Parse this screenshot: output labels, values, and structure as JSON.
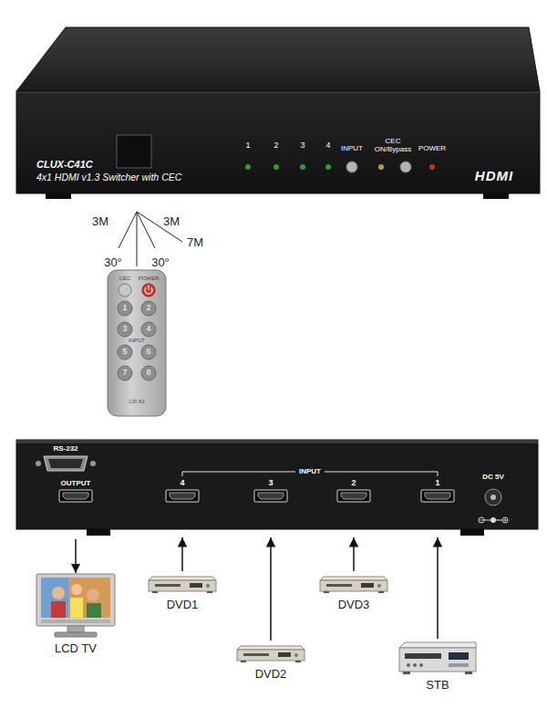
{
  "diagram": {
    "nodes": [
      {
        "text": [
          "OUTPUT"
        ]
      },
      {
        "text": [
          "4"
        ]
      },
      {
        "text": [
          "3"
        ]
      },
      {
        "text": [
          "2"
        ]
      },
      {
        "text": [
          "1"
        ]
      },
      {
        "text": [
          "LCD TV"
        ]
      },
      {
        "text": [
          "DVD1"
        ]
      },
      {
        "text": [
          "DVD2"
        ]
      },
      {
        "text": [
          "DVD3"
        ]
      },
      {
        "text": [
          "STB"
        ]
      }
    ],
    "edges": [
      {
        "from": 0,
        "to": 5,
        "arrow": "to"
      },
      {
        "from": 6,
        "to": 1,
        "arrow": "to"
      },
      {
        "from": 7,
        "to": 2,
        "arrow": "to"
      },
      {
        "from": 8,
        "to": 3,
        "arrow": "to"
      },
      {
        "from": 9,
        "to": 4,
        "arrow": "to"
      }
    ],
    "labels": [
      "CLUX-C41C",
      "4x1 HDMI v1.3 Switcher with CEC",
      "1",
      "2",
      "3",
      "4",
      "INPUT",
      "CEC ON/Bypass",
      "POWER",
      "HDMI",
      "3M",
      "3M",
      "7M",
      "30°",
      "30°",
      "CEC",
      "POWER",
      "1",
      "2",
      "3",
      "4",
      "5",
      "6",
      "7",
      "8",
      "INPUT",
      "CR-83",
      "RS-232",
      "INPUT",
      "DC 5V"
    ]
  }
}
